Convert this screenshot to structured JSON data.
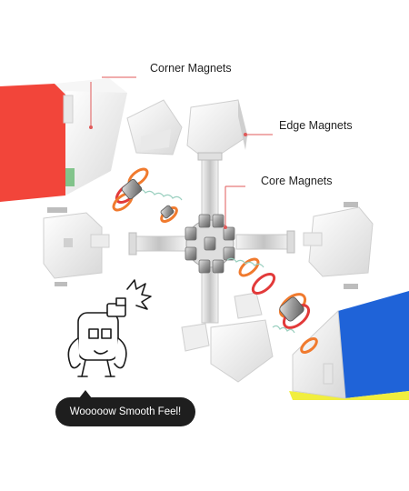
{
  "labels": {
    "corner_magnets": "Corner Magnets",
    "edge_magnets": "Edge Magnets",
    "core_magnets": "Core Magnets"
  },
  "bubble_text": "Wooooow Smooth Feel!",
  "colors": {
    "red_sticker": "#f2453a",
    "blue_sticker": "#1f63d8",
    "yellow_sticker": "#f1ee3e",
    "plastic": "#f1f1f1",
    "plastic_shadow": "#d9d9d9",
    "spring_orange": "#f07a2e",
    "spring_red": "#e23a3a",
    "magnet_grey": "#8c8c8c",
    "leader_line_red": "#e05a5a"
  }
}
